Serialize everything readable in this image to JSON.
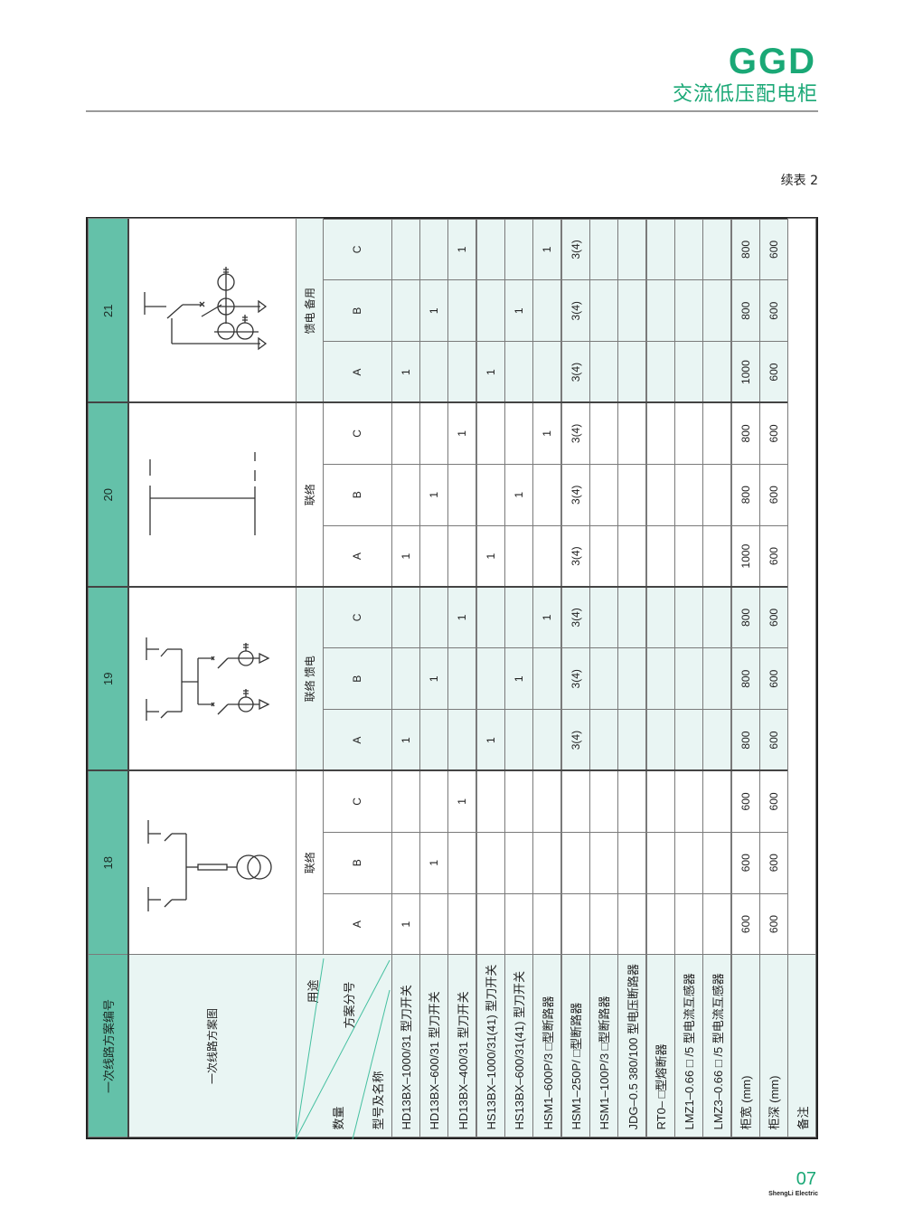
{
  "header": {
    "brand": "GGD",
    "subtitle": "交流低压配电柜",
    "continued": "续表 2"
  },
  "footer": {
    "page": "07",
    "company": "ShengLi Electric"
  },
  "table": {
    "scheme_number_label": "一次线路方案编号",
    "scheme_diagram_label": "一次线路方案图",
    "diag_header": {
      "usage": "用途",
      "sub_scheme": "方案分号",
      "quantity": "数量",
      "model_name": "型号及名称"
    },
    "rows": [
      "HD13BX–1000/31 型刀开关",
      "HD13BX–600/31 型刀开关",
      "HD13BX–400/31 型刀开关",
      "HS13BX–1000/31(41) 型刀开关",
      "HS13BX–600/31(41) 型刀开关",
      "HSM1–600P/3 □型断路器",
      "HSM1–250P/ □型断路器",
      "HSM1–100P/3 □型断路器",
      "JDG–0.5 380/100 型电压断路器",
      "RT0– □型熔断器",
      "LMZ1–0.66 □ /5 型电流互感器",
      "LMZ3–0.66 □ /5 型电流互感器",
      "柜宽 (mm)",
      "柜深 (mm)"
    ],
    "remarks_label": "备注",
    "schemes": [
      {
        "number": "18",
        "usage": "联络",
        "subs": [
          {
            "label": "A",
            "values": [
              "1",
              "",
              "",
              "",
              "",
              "",
              "",
              "",
              "",
              "",
              "",
              "",
              "600",
              "600"
            ]
          },
          {
            "label": "B",
            "values": [
              "",
              "1",
              "",
              "",
              "",
              "",
              "",
              "",
              "",
              "",
              "",
              "",
              "600",
              "600"
            ]
          },
          {
            "label": "C",
            "values": [
              "",
              "",
              "1",
              "",
              "",
              "",
              "",
              "",
              "",
              "",
              "",
              "",
              "600",
              "600"
            ]
          }
        ]
      },
      {
        "number": "19",
        "usage": "联络  馈电",
        "subs": [
          {
            "label": "A",
            "values": [
              "1",
              "",
              "",
              "1",
              "",
              "",
              "3(4)",
              "",
              "",
              "",
              "",
              "",
              "800",
              "600"
            ]
          },
          {
            "label": "B",
            "values": [
              "",
              "1",
              "",
              "",
              "1",
              "",
              "3(4)",
              "",
              "",
              "",
              "",
              "",
              "800",
              "600"
            ]
          },
          {
            "label": "C",
            "values": [
              "",
              "",
              "1",
              "",
              "",
              "1",
              "3(4)",
              "",
              "",
              "",
              "",
              "",
              "800",
              "600"
            ]
          }
        ]
      },
      {
        "number": "20",
        "usage": "联络",
        "subs": [
          {
            "label": "A",
            "values": [
              "1",
              "",
              "",
              "1",
              "",
              "",
              "3(4)",
              "",
              "",
              "",
              "",
              "",
              "1000",
              "600"
            ]
          },
          {
            "label": "B",
            "values": [
              "",
              "1",
              "",
              "",
              "1",
              "",
              "3(4)",
              "",
              "",
              "",
              "",
              "",
              "800",
              "600"
            ]
          },
          {
            "label": "C",
            "values": [
              "",
              "",
              "1",
              "",
              "",
              "1",
              "3(4)",
              "",
              "",
              "",
              "",
              "",
              "800",
              "600"
            ]
          }
        ]
      },
      {
        "number": "21",
        "usage": "馈电  备用",
        "subs": [
          {
            "label": "A",
            "values": [
              "1",
              "",
              "",
              "1",
              "",
              "",
              "3(4)",
              "",
              "",
              "",
              "",
              "",
              "1000",
              "600"
            ]
          },
          {
            "label": "B",
            "values": [
              "",
              "1",
              "",
              "",
              "1",
              "",
              "3(4)",
              "",
              "",
              "",
              "",
              "",
              "800",
              "600"
            ]
          },
          {
            "label": "C",
            "values": [
              "",
              "",
              "1",
              "",
              "",
              "1",
              "3(4)",
              "",
              "",
              "",
              "",
              "",
              "800",
              "600"
            ]
          }
        ]
      }
    ]
  },
  "colors": {
    "brand_green": "#1aa876",
    "header_green": "#64c1a9",
    "light_cell": "#e9f5f3"
  }
}
